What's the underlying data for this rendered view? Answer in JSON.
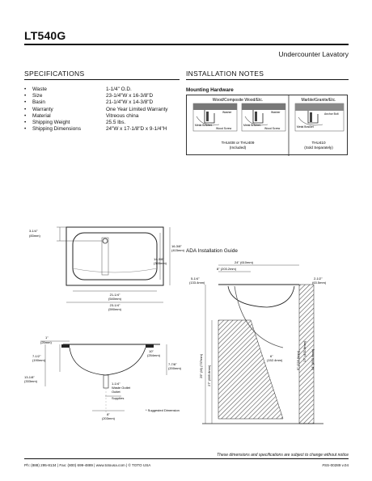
{
  "model": "LT540G",
  "subtitle": "Undercounter Lavatory",
  "specifications": {
    "heading": "SPECIFICATIONS",
    "items": [
      {
        "label": "Waste",
        "value": "1-1/4\" O.D."
      },
      {
        "label": "Size",
        "value": "23-1/4\"W x 16-3/8\"D"
      },
      {
        "label": "Basin",
        "value": "21-1/4\"W x 14-3/8\"D"
      },
      {
        "label": "Warranty",
        "value": "One Year Limited Warranty"
      },
      {
        "label": "Material",
        "value": "Vitreous china"
      },
      {
        "label": "Shipping Weight",
        "value": "25.5 lbs."
      },
      {
        "label": "Shipping Dimensions",
        "value": "24\"W x 17-1/8\"D x 9-1/4\"H"
      }
    ]
  },
  "installation": {
    "heading": "INSTALLATION NOTES",
    "mounting_title": "Mounting Hardware",
    "col1_title": "Wood/Composite Wood/Etc.",
    "col2_title": "Marble/Granite/Etc.",
    "labels": {
      "washer": "Washer",
      "washer2": "Washer",
      "metal_bracket": "Metal Bracket",
      "metal_bracket2": "Metal Bracket",
      "wood_screw": "Wood Screw",
      "wood_screw2": "Wood Screw",
      "anchor_bolt": "Anchor Bolt"
    },
    "caption1_a": "THU408 or THU409",
    "caption1_b": "(Included)",
    "caption2_a": "THU410",
    "caption2_b": "(Sold Separately)"
  },
  "top_view": {
    "d_3_1_4": "3-1/4\"",
    "d_83mm": "(83mm)",
    "d_16_3_8": "16-3/8\"",
    "d_415mm": "(415mm)",
    "d_14_3_8": "14-3/8\"",
    "d_365mm": "(365mm)",
    "d_21_1_4": "21-1/4\"",
    "d_540mm": "(540mm)",
    "d_23_1_4": "23-1/4\"",
    "d_590mm": "(590mm)"
  },
  "section_view": {
    "d_1": "1\"",
    "d_25mm": "(25mm)",
    "d_7_1_2": "7-1/2\"",
    "d_190mm": "(190mm)",
    "d_13_1_8": "13-1/8\"",
    "d_333mm": "(333mm)",
    "d_10": "10\"",
    "d_254mm": "(254mm)",
    "d_7_7_8": "7-7/8\"",
    "d_200mm": "(200mm)",
    "d_1_1_4": "1-1/4\"",
    "waste_outlet": "Waste Outlet",
    "supplies": "Supplies",
    "d_8": "8\"",
    "d_203mm": "(203mm)",
    "suggested": "* Suggested Dimension"
  },
  "ada": {
    "title": "ADA Installation Guide",
    "d_24": "24\" (610mm)",
    "d_8": "8\" (203.2mm)",
    "d_5_1_4": "5-1/4\"",
    "d_133": "(133.4mm)",
    "d_2_1_2": "2-1/2\"",
    "d_63": "(63.5mm)",
    "d_29": "29\" (M) (737mm)",
    "d_27": "27\" (685.8mm)",
    "d_6": "6\"",
    "d_152": "(152.4mm)",
    "d_9": "9\" (228.6mm)",
    "d_17": "17\" (431.8mm)",
    "d_34": "34\" (863.6mm)"
  },
  "footer": {
    "disclaimer": "These dimensions and specifications are subject to change without notice",
    "contact": "Ph: (888) 295-8134 | Fax: (800) 699-4889 | www.totousa.com | © TOTO USA",
    "code": "#SS-00289 v.04"
  }
}
